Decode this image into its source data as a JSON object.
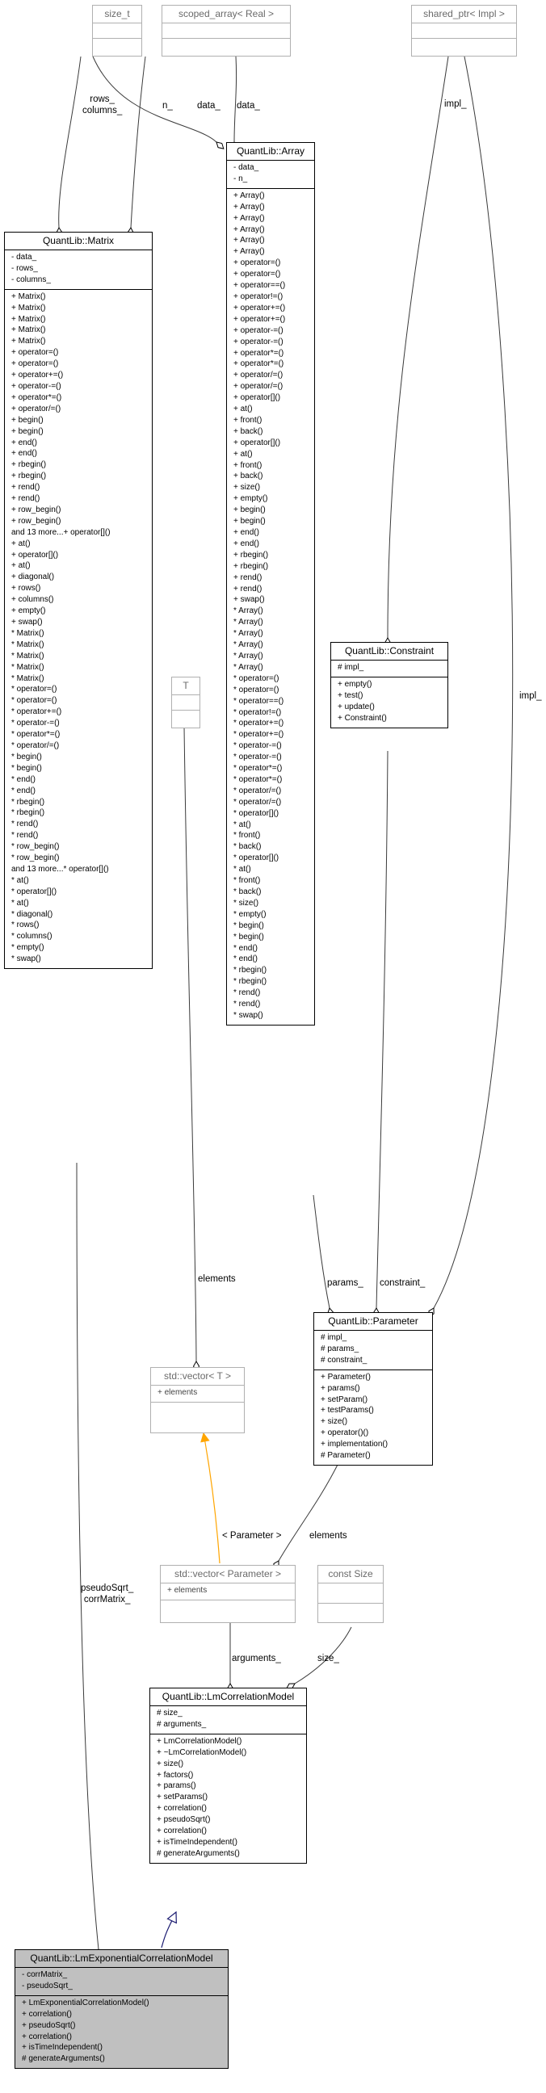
{
  "boxes": {
    "size_t": {
      "title": "size_t"
    },
    "scoped_array": {
      "title": "scoped_array< Real >"
    },
    "shared_ptr": {
      "title": "shared_ptr< Impl >"
    },
    "array": {
      "title": "QuantLib::Array",
      "attributes": [
        "- data_",
        "- n_"
      ],
      "methods": [
        "+ Array()",
        "+ Array()",
        "+ Array()",
        "+ Array()",
        "+ Array()",
        "+ Array()",
        "+ operator=()",
        "+ operator=()",
        "+ operator==()",
        "+ operator!=()",
        "+ operator+=()",
        "+ operator+=()",
        "+ operator-=()",
        "+ operator-=()",
        "+ operator*=()",
        "+ operator*=()",
        "+ operator/=()",
        "+ operator/=()",
        "+ operator[]()",
        "+ at()",
        "+ front()",
        "+ back()",
        "+ operator[]()",
        "+ at()",
        "+ front()",
        "+ back()",
        "+ size()",
        "+ empty()",
        "+ begin()",
        "+ begin()",
        "+ end()",
        "+ end()",
        "+ rbegin()",
        "+ rbegin()",
        "+ rend()",
        "+ rend()",
        "+ swap()",
        "* Array()",
        "* Array()",
        "* Array()",
        "* Array()",
        "* Array()",
        "* Array()",
        "* operator=()",
        "* operator=()",
        "* operator==()",
        "* operator!=()",
        "* operator+=()",
        "* operator+=()",
        "* operator-=()",
        "* operator-=()",
        "* operator*=()",
        "* operator*=()",
        "* operator/=()",
        "* operator/=()",
        "* operator[]()",
        "* at()",
        "* front()",
        "* back()",
        "* operator[]()",
        "* at()",
        "* front()",
        "* back()",
        "* size()",
        "* empty()",
        "* begin()",
        "* begin()",
        "* end()",
        "* end()",
        "* rbegin()",
        "* rbegin()",
        "* rend()",
        "* rend()",
        "* swap()"
      ]
    },
    "matrix": {
      "title": "QuantLib::Matrix",
      "attributes": [
        "- data_",
        "- rows_",
        "- columns_"
      ],
      "methods": [
        "+ Matrix()",
        "+ Matrix()",
        "+ Matrix()",
        "+ Matrix()",
        "+ Matrix()",
        "+ operator=()",
        "+ operator=()",
        "+ operator+=()",
        "+ operator-=()",
        "+ operator*=()",
        "+ operator/=()",
        "+ begin()",
        "+ begin()",
        "+ end()",
        "+ end()",
        "+ rbegin()",
        "+ rbegin()",
        "+ rend()",
        "+ rend()",
        "+ row_begin()",
        "+ row_begin()",
        "and 13 more...+ operator[]()",
        "+ at()",
        "+ operator[]()",
        "+ at()",
        "+ diagonal()",
        "+ rows()",
        "+ columns()",
        "+ empty()",
        "+ swap()",
        "* Matrix()",
        "* Matrix()",
        "* Matrix()",
        "* Matrix()",
        "* Matrix()",
        "* operator=()",
        "* operator=()",
        "* operator+=()",
        "* operator-=()",
        "* operator*=()",
        "* operator/=()",
        "* begin()",
        "* begin()",
        "* end()",
        "* end()",
        "* rbegin()",
        "* rbegin()",
        "* rend()",
        "* rend()",
        "* row_begin()",
        "* row_begin()",
        "and 13 more...* operator[]()",
        "* at()",
        "* operator[]()",
        "* at()",
        "* diagonal()",
        "* rows()",
        "* columns()",
        "* empty()",
        "* swap()"
      ]
    },
    "T": {
      "title": "T"
    },
    "constraint": {
      "title": "QuantLib::Constraint",
      "attributes": [
        "# impl_"
      ],
      "methods": [
        "+ empty()",
        "+ test()",
        "+ update()",
        "+ Constraint()"
      ]
    },
    "vector_T": {
      "title": "std::vector< T >",
      "attributes": [
        "+ elements"
      ]
    },
    "parameter": {
      "title": "QuantLib::Parameter",
      "attributes": [
        "# impl_",
        "# params_",
        "# constraint_"
      ],
      "methods": [
        "+ Parameter()",
        "+ params()",
        "+ setParam()",
        "+ testParams()",
        "+ size()",
        "+ operator()()",
        "+ implementation()",
        "# Parameter()"
      ]
    },
    "vector_param": {
      "title": "std::vector< Parameter >",
      "attributes": [
        "+ elements"
      ]
    },
    "const_size": {
      "title": "const Size"
    },
    "lmcorr": {
      "title": "QuantLib::LmCorrelationModel",
      "attributes": [
        "# size_",
        "# arguments_"
      ],
      "methods": [
        "+ LmCorrelationModel()",
        "+ ~LmCorrelationModel()",
        "+ size()",
        "+ factors()",
        "+ params()",
        "+ setParams()",
        "+ correlation()",
        "+ pseudoSqrt()",
        "+ correlation()",
        "+ isTimeIndependent()",
        "# generateArguments()"
      ]
    },
    "lmexp": {
      "title": "QuantLib::LmExponentialCorrelationModel",
      "attributes": [
        "- corrMatrix_",
        "- pseudoSqrt_"
      ],
      "methods": [
        "+ LmExponentialCorrelationModel()",
        "+ correlation()",
        "+ pseudoSqrt()",
        "+ correlation()",
        "+ isTimeIndependent()",
        "# generateArguments()"
      ]
    }
  },
  "edge_labels": {
    "rows_columns": "rows_\ncolumns_",
    "n": "n_",
    "data_m": "data_",
    "data_a": "data_",
    "impl_c": "impl_",
    "impl_p": "impl_",
    "elements": "elements",
    "params": "params_",
    "constraint": "constraint_",
    "template_param": "< Parameter >",
    "elements2": "elements",
    "arguments": "arguments_",
    "size": "size_",
    "pseudo_corr": "pseudoSqrt_\ncorrMatrix_"
  },
  "colors": {
    "template_arrow": "#ffa500",
    "inherit_arrow": "#191970",
    "gray_border": "#b0b0b0"
  }
}
